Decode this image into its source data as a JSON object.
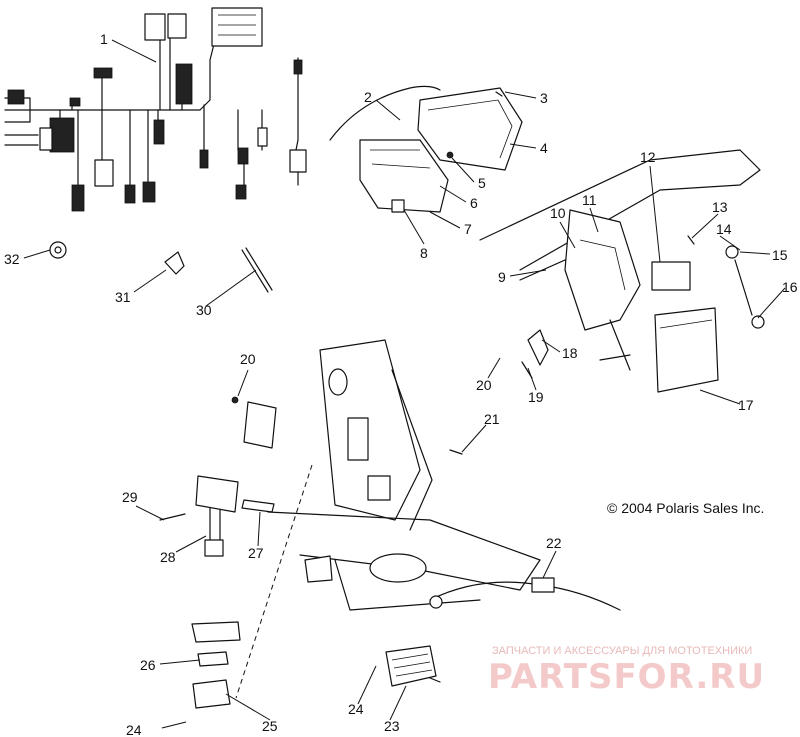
{
  "copyright": "© 2004 Polaris Sales Inc.",
  "watermark": {
    "tagline": "ЗАПЧАСТИ И АКСЕССУАРЫ ДЛЯ МОТОТЕХНИКИ",
    "brand": "PARTSFOR.RU"
  },
  "callouts": [
    "1",
    "2",
    "3",
    "4",
    "5",
    "6",
    "7",
    "8",
    "9",
    "10",
    "11",
    "12",
    "13",
    "14",
    "15",
    "16",
    "17",
    "18",
    "19",
    "20",
    "20",
    "21",
    "22",
    "23",
    "24",
    "24",
    "25",
    "26",
    "27",
    "28",
    "29",
    "30",
    "31",
    "32"
  ]
}
